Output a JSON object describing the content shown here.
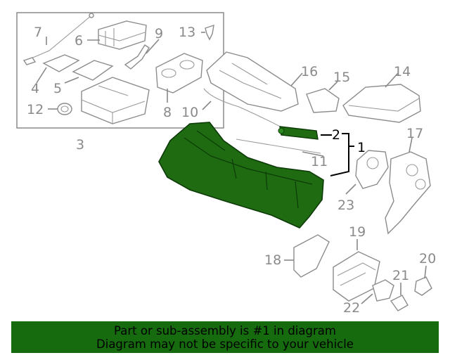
{
  "callouts": {
    "c1": "1",
    "c2": "2",
    "c3": "3",
    "c4": "4",
    "c5": "5",
    "c6": "6",
    "c7": "7",
    "c8": "8",
    "c9": "9",
    "c10": "10",
    "c11": "11",
    "c12": "12",
    "c13": "13",
    "c14": "14",
    "c15": "15",
    "c16": "16",
    "c17": "17",
    "c18": "18",
    "c19": "19",
    "c20": "20",
    "c21": "21",
    "c22": "22",
    "c23": "23"
  },
  "highlight": {
    "part": "1",
    "color": "#1e6b11"
  },
  "banner": {
    "line1": "Part or sub-assembly is #1 in diagram",
    "line2": "Diagram may not be specific to your vehicle",
    "color": "#156b0e"
  }
}
